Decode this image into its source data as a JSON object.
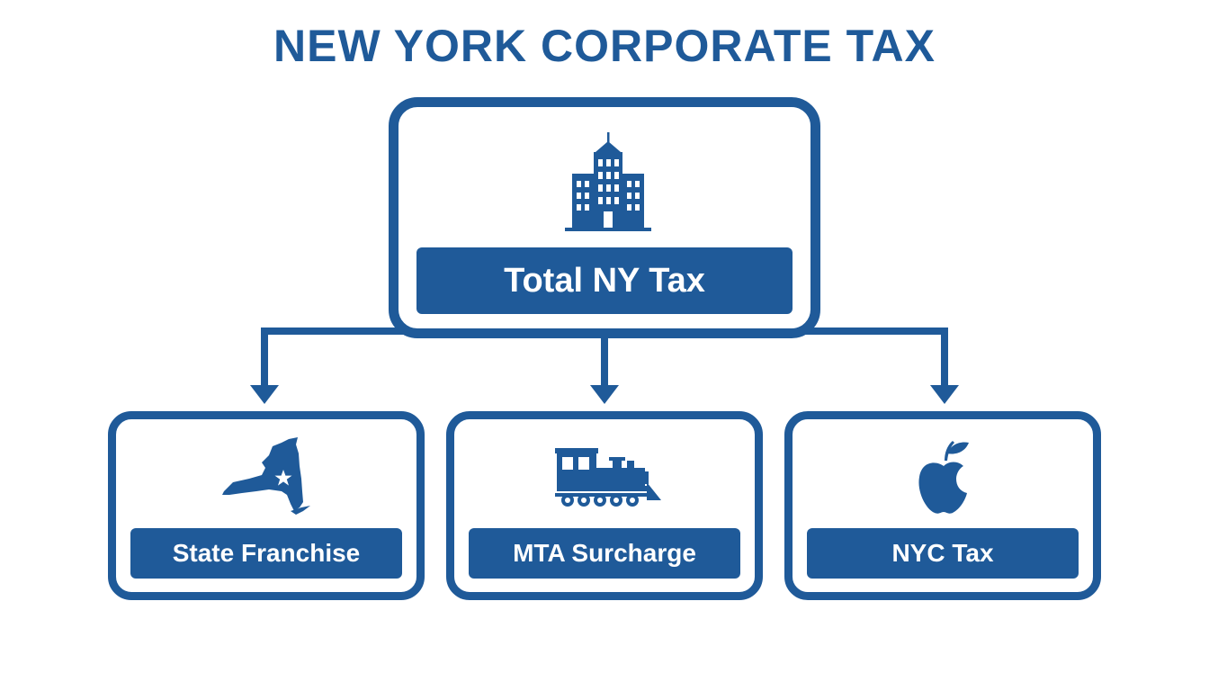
{
  "title": "NEW YORK CORPORATE TAX",
  "top_node": {
    "label": "Total NY Tax",
    "icon": "office-building-icon"
  },
  "children": [
    {
      "label": "State Franchise",
      "icon": "new-york-state-map-icon"
    },
    {
      "label": "MTA Surcharge",
      "icon": "train-locomotive-icon"
    },
    {
      "label": "NYC Tax",
      "icon": "apple-icon"
    }
  ],
  "colors": {
    "primary": "#1f5a99",
    "background": "#ffffff",
    "label_text": "#ffffff"
  }
}
